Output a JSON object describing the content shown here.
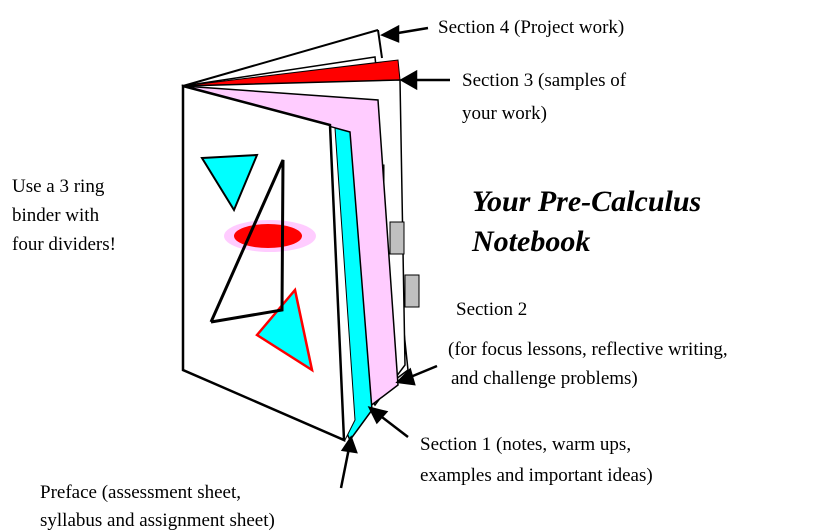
{
  "title": {
    "line1": "Your Pre-Calculus",
    "line2": "Notebook"
  },
  "labels": {
    "section4": "Section 4 (Project work)",
    "section3_line1": "Section 3 (samples of",
    "section3_line2": "your work)",
    "binder_line1": "Use a 3 ring",
    "binder_line2": "binder with",
    "binder_line3": "four dividers!",
    "section2_line1": "Section 2",
    "section2_line2": "(for focus lessons, reflective writing,",
    "section2_line3": "and challenge problems)",
    "section1_line1": "Section 1 (notes, warm ups,",
    "section1_line2": "examples and important ideas)",
    "preface_line1": "Preface (assessment sheet,",
    "preface_line2": "syllabus and assignment sheet)"
  },
  "colors": {
    "section4_divider": "#ffffff",
    "section3_divider": "#ff0000",
    "section2_divider": "#ffccff",
    "section1_divider": "#00ffff",
    "cover": "#ffffff",
    "tab": "#c0c0c0",
    "ellipse_outer": "#ffccff",
    "ellipse_inner": "#ff0000",
    "triangle_fill": "#00ffff"
  }
}
